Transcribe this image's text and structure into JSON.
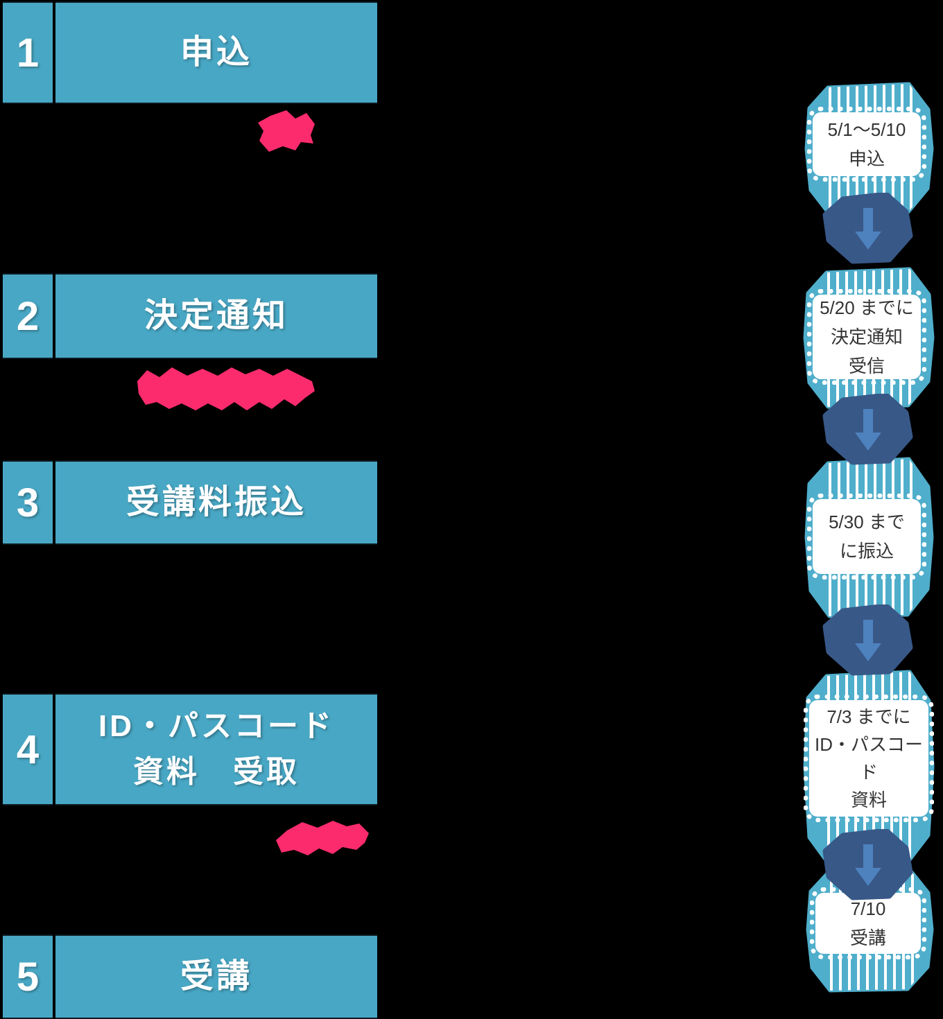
{
  "steps": [
    {
      "number": "1",
      "lines": [
        "申込"
      ]
    },
    {
      "number": "2",
      "lines": [
        "決定通知"
      ]
    },
    {
      "number": "3",
      "lines": [
        "受講料振込"
      ]
    },
    {
      "number": "4",
      "lines": [
        "ID・パスコード",
        "資料　受取"
      ]
    },
    {
      "number": "5",
      "lines": [
        "受講"
      ]
    }
  ],
  "timeline": {
    "items": [
      {
        "lines": [
          "5/1～5/10",
          "申込"
        ]
      },
      {
        "lines": [
          "5/20 までに",
          "決定通知",
          "受信"
        ]
      },
      {
        "lines": [
          "5/30 まで",
          "に振込"
        ]
      },
      {
        "lines": [
          "7/3 までに",
          "ID・パスコー",
          "ド",
          "資料"
        ]
      },
      {
        "lines": [
          "7/10",
          "受講"
        ]
      }
    ],
    "arrow_icon": "down-arrow"
  },
  "colors": {
    "background": "#000000",
    "step_bar": "#48A7C4",
    "step_text": "#FFFFFF",
    "timeline_shape": "#4FAECB",
    "timeline_stripe": "#FFFFFF",
    "arrow_blob": "#385888",
    "arrow_glyph": "#4E82BE",
    "highlight": "#FC2B6E",
    "box_text": "#333333"
  }
}
